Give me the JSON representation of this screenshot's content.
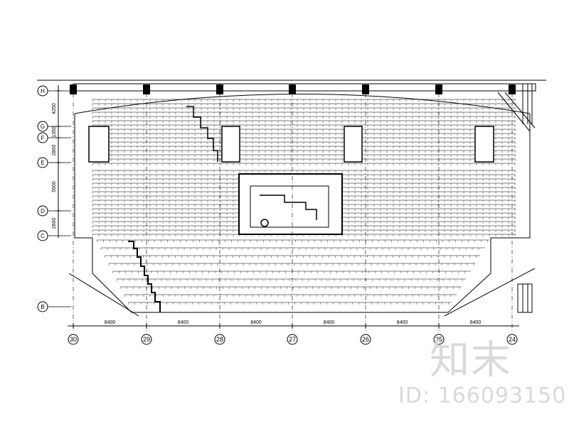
{
  "grid": {
    "columns": [
      "30",
      "29",
      "28",
      "27",
      "26",
      "25",
      "24"
    ],
    "rows": [
      "H",
      "G",
      "F",
      "E",
      "D",
      "C",
      "B"
    ],
    "bay_dimensions": [
      "8400",
      "8400",
      "8400",
      "8400",
      "8400",
      "8400"
    ],
    "row_dimensions": [
      "4250",
      "1350",
      "2800",
      "5500",
      "2600"
    ]
  },
  "watermark": {
    "logo": "知末",
    "id": "ID: 166093150"
  },
  "colors": {
    "line": "#000000",
    "watermark": "#d9d9d9",
    "background": "#ffffff"
  }
}
